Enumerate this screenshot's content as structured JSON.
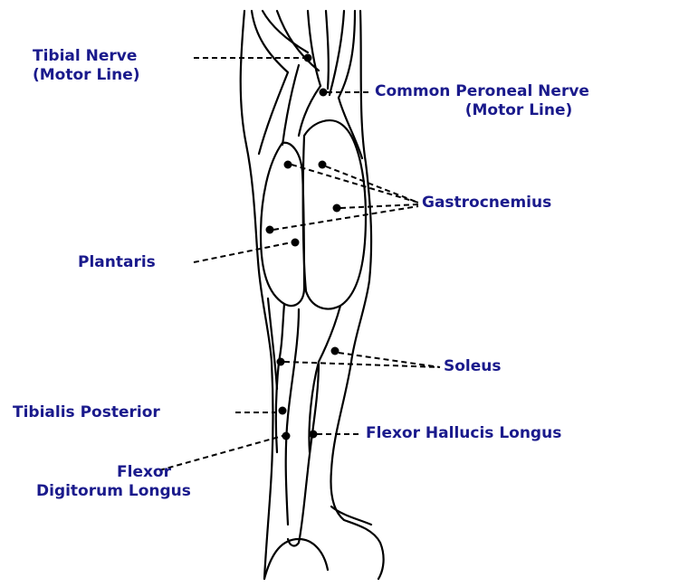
{
  "labels": {
    "tibial_nerve": {
      "line1": "Tibial Nerve",
      "line2": "(Motor Line)"
    },
    "common_peroneal": {
      "line1": "Common Peroneal Nerve",
      "line2": "(Motor Line)"
    },
    "gastrocnemius": "Gastrocnemius",
    "plantaris": "Plantaris",
    "soleus": "Soleus",
    "tibialis_posterior": "Tibialis Posterior",
    "flexor_hallucis": "Flexor Hallucis Longus",
    "flexor_digitorum": {
      "line1": "Flexor",
      "line2": "Digitorum Longus"
    }
  },
  "colors": {
    "label": "#1a1a8c",
    "outline": "#000000",
    "background": "#ffffff"
  }
}
